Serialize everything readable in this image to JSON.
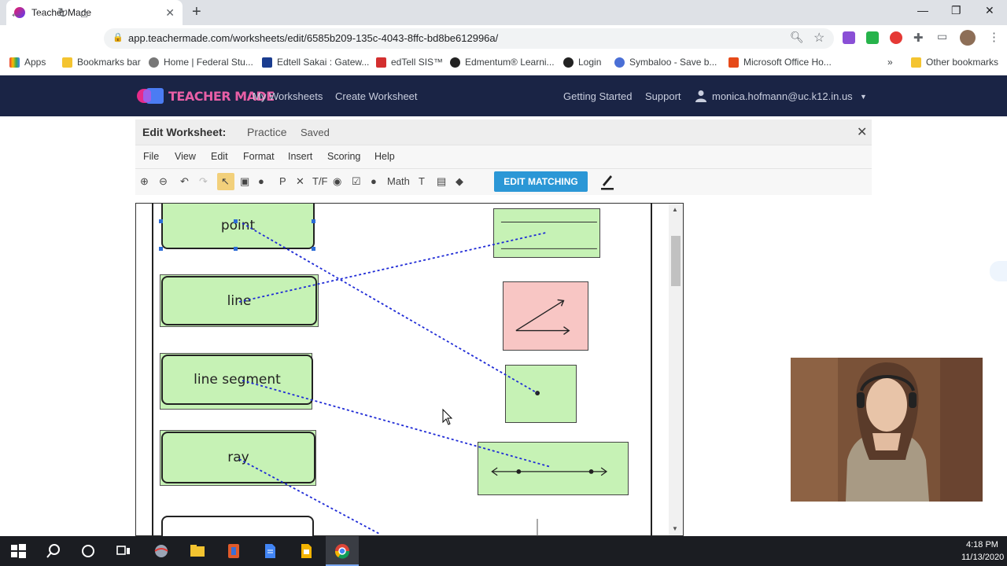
{
  "browser": {
    "tab_title": "Teacher Made",
    "url": "app.teachermade.com/worksheets/edit/6585b209-135c-4043-8ffc-bd8be612996a/",
    "bookmarks": [
      "Apps",
      "Bookmarks bar",
      "Home | Federal Stu...",
      "Edtell Sakai : Gatew...",
      "edTell SIS™",
      "Edmentum® Learni...",
      "Login",
      "Symbaloo - Save b...",
      "Microsoft Office Ho..."
    ],
    "bookmarks_overflow": "»",
    "other_bookmarks": "Other bookmarks"
  },
  "app_nav": {
    "logo_text": "TEACHER MADE",
    "links": [
      "My Worksheets",
      "Create Worksheet"
    ],
    "right_links": [
      "Getting Started",
      "Support"
    ],
    "user": "monica.hofmann@uc.k12.in.us"
  },
  "editor": {
    "title": "Edit Worksheet:",
    "worksheet_name": "Practice",
    "status": "Saved",
    "menus": [
      "File",
      "View",
      "Edit",
      "Format",
      "Insert",
      "Scoring",
      "Help"
    ],
    "tool_p": "P",
    "tool_tf": "T/F",
    "tool_math": "Math",
    "tool_t": "T",
    "edit_matching_label": "EDIT MATCHING"
  },
  "worksheet": {
    "terms": [
      "point",
      "line",
      "line segment",
      "ray"
    ]
  },
  "taskbar": {
    "time": "4:18 PM",
    "date": "11/13/2020"
  },
  "colors": {
    "nav_bg": "#1a2445",
    "term_fill": "#c6f2b5",
    "angle_fill": "#f8c6c4",
    "match_line": "#1f2bd6",
    "button_blue": "#2b97d6"
  }
}
